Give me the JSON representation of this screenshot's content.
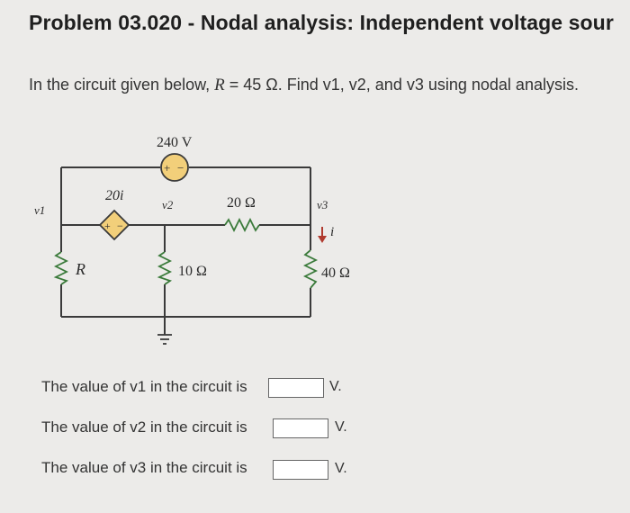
{
  "title": "Problem 03.020 - Nodal analysis: Independent voltage sour",
  "question": {
    "prefix": "In the circuit given below, ",
    "r_symbol": "R",
    "r_value": " = 45 Ω. Find ",
    "v1": "v1",
    "sep1": ", ",
    "v2": "v2",
    "sep2": ", and ",
    "v3": "v3",
    "suffix": " using nodal analysis."
  },
  "circuit": {
    "source_240": "240 V",
    "dep_source": "20i",
    "res_R": "R",
    "res_10": "10 Ω",
    "res_20": "20 Ω",
    "res_40": "40 Ω",
    "node_v1": "v1",
    "node_v2": "v2",
    "node_v3": "v3",
    "current_i": "i",
    "plus": "+",
    "minus": "−"
  },
  "answers": [
    {
      "label": "The value of v1 in the circuit is",
      "value": "",
      "unit": "V."
    },
    {
      "label": "The value of v2 in the circuit is",
      "value": "",
      "unit": "V."
    },
    {
      "label": "The value of v3 in the circuit is",
      "value": "",
      "unit": "V."
    }
  ]
}
